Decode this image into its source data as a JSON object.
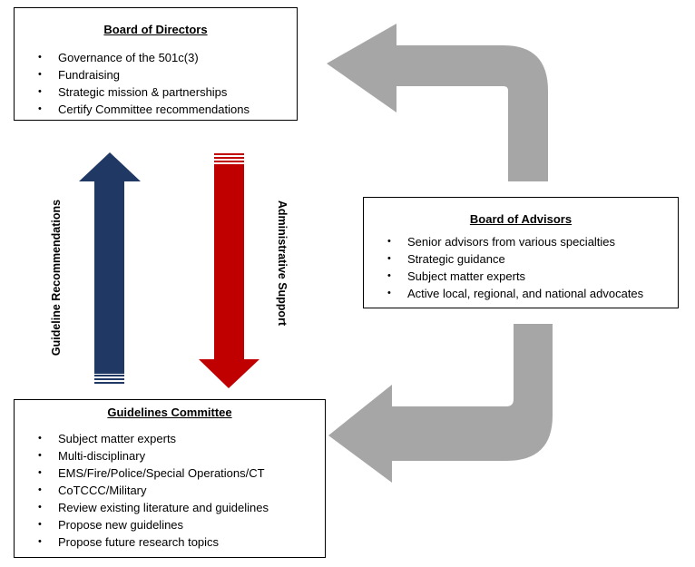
{
  "board_of_directors": {
    "title": "Board of Directors",
    "items": [
      "Governance of the 501c(3)",
      "Fundraising",
      "Strategic mission & partnerships",
      "Certify Committee recommendations"
    ]
  },
  "board_of_advisors": {
    "title": "Board of Advisors",
    "items": [
      "Senior advisors from various specialties",
      "Strategic guidance",
      "Subject matter experts",
      "Active local, regional, and national advocates"
    ]
  },
  "guidelines_committee": {
    "title": "Guidelines Committee",
    "items": [
      "Subject matter experts",
      "Multi-disciplinary",
      "EMS/Fire/Police/Special Operations/CT",
      "CoTCCC/Military",
      "Review existing literature and guidelines",
      "Propose new guidelines",
      "Propose future research topics"
    ]
  },
  "arrows": {
    "up_label": "Guideline Recommendations",
    "down_label": "Administrative Support",
    "up_color": "#203864",
    "down_color": "#c00000",
    "curved_color": "#a6a6a6"
  }
}
